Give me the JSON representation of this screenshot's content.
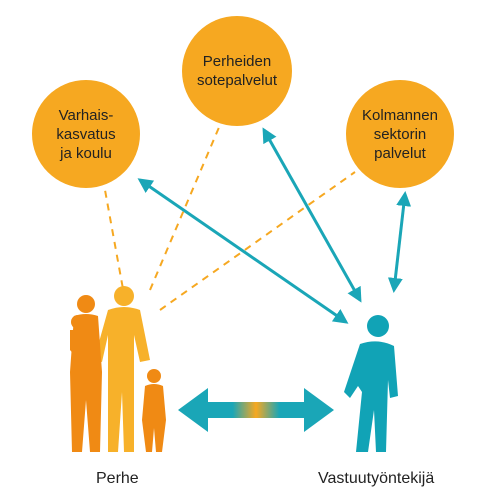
{
  "colors": {
    "circle": "#f6a821",
    "dash": "#f6a821",
    "teal": "#1aa6b7",
    "family_orange": "#f08a14",
    "family_yellow": "#f7b12a",
    "worker": "#11a3b6"
  },
  "nodes": {
    "left": {
      "label": "Varhais-\nkasvatus\nja koulu"
    },
    "top": {
      "label": "Perheiden\nsotepalvelut"
    },
    "right": {
      "label": "Kolmannen\nsektorin\npalvelut"
    }
  },
  "captions": {
    "family": "Perhe",
    "worker": "Vastuutyöntekijä"
  },
  "icons": {
    "family": "family-silhouette-icon",
    "worker": "person-silhouette-icon",
    "double_arrow": "double-arrow-icon"
  }
}
